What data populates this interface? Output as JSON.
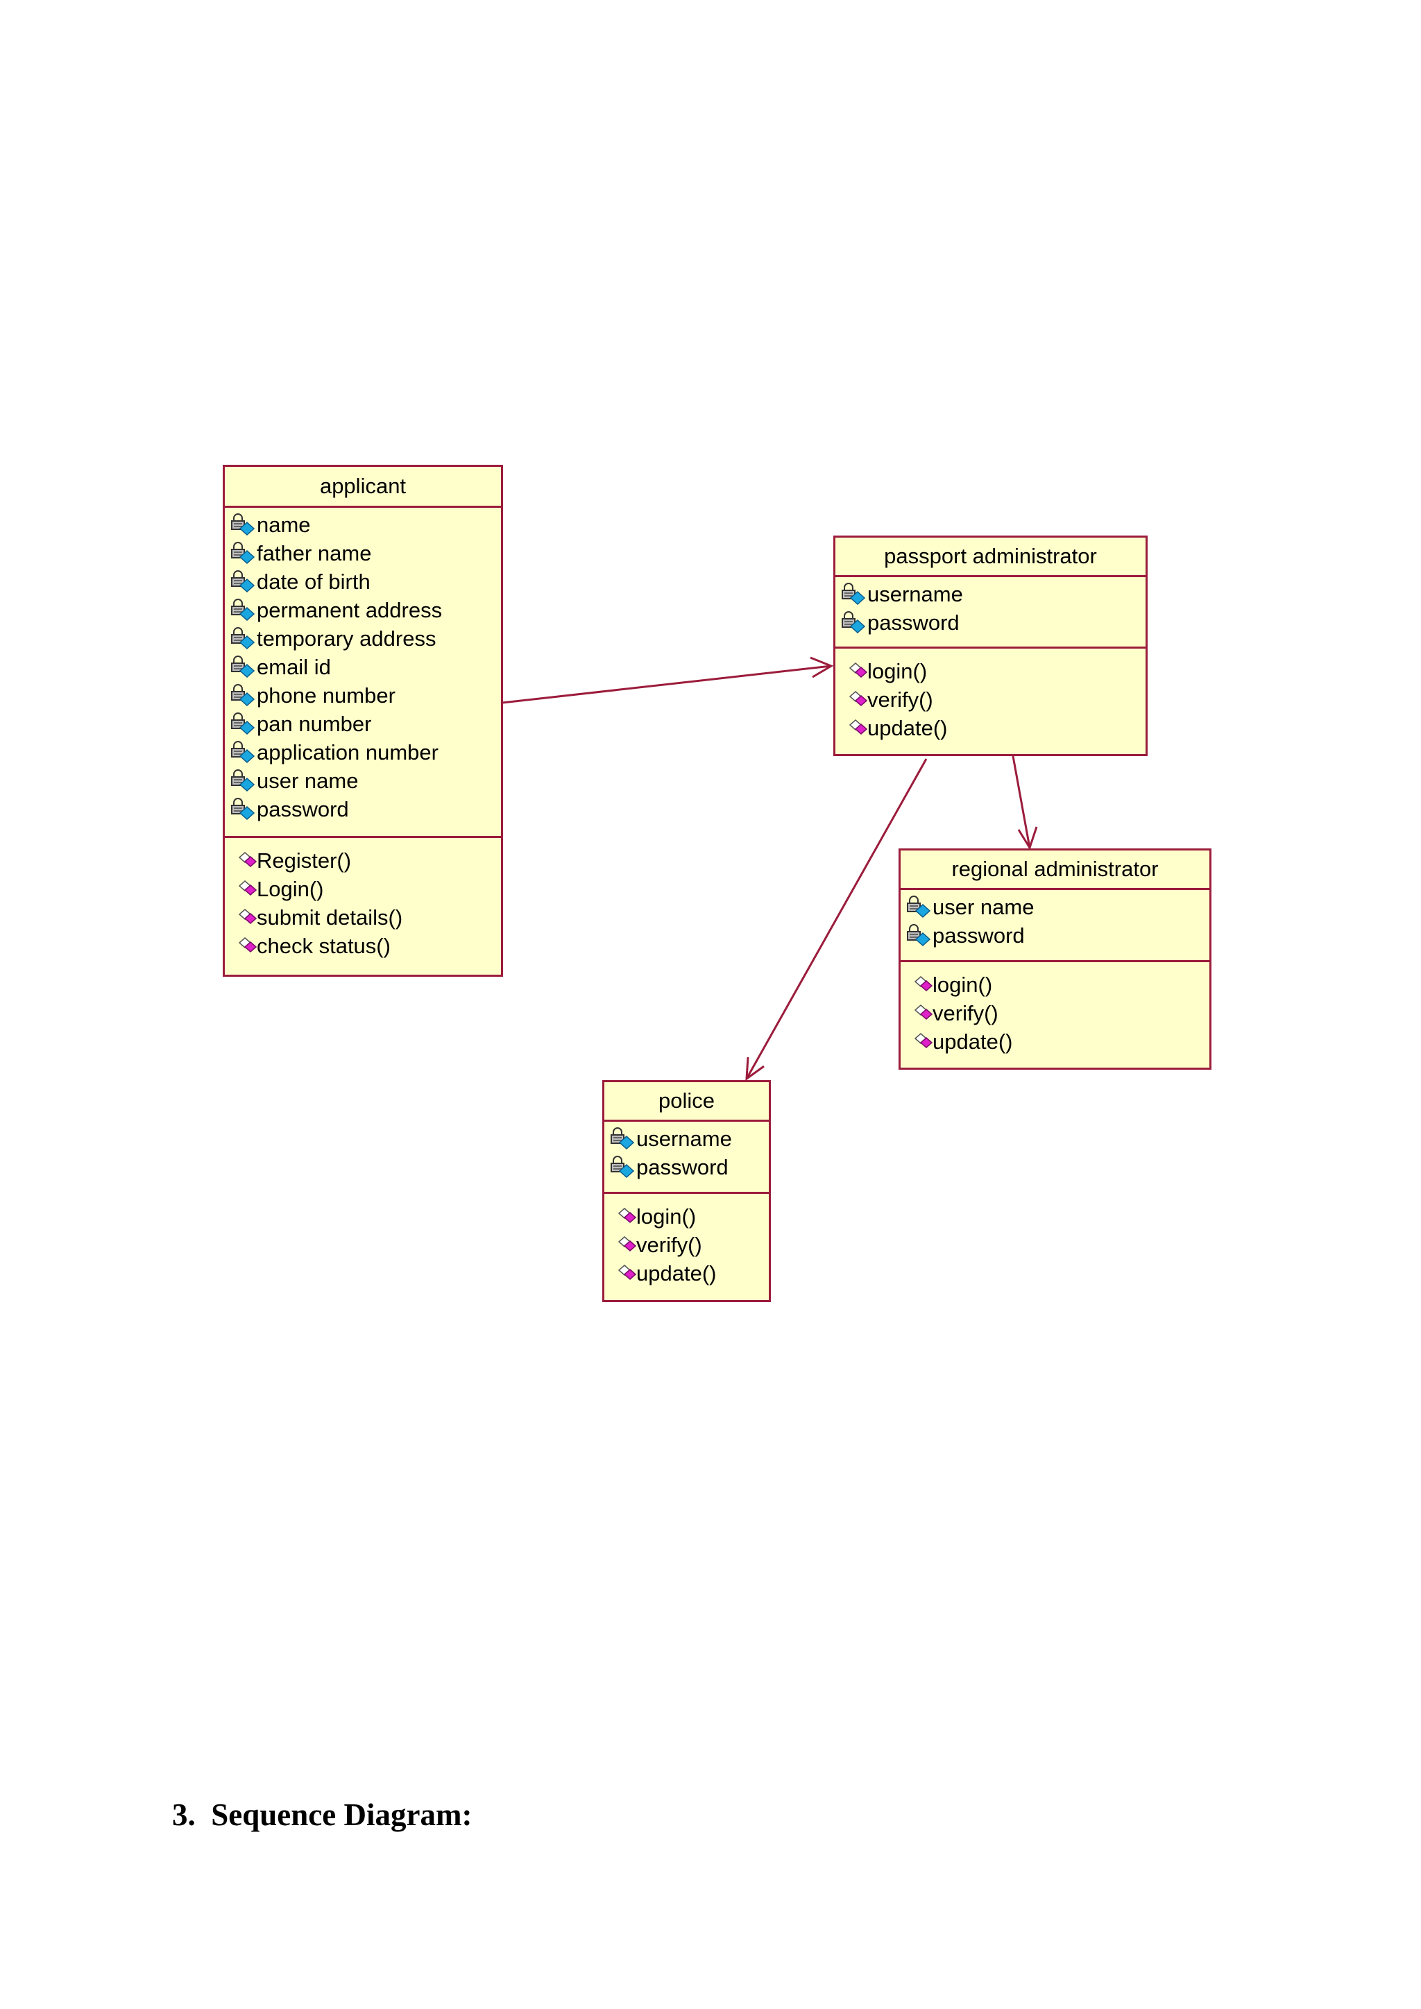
{
  "colors": {
    "class_fill": "#ffffcc",
    "class_border": "#9c1c3c",
    "association_line": "#9c1c3c",
    "attribute_icon_diamond": "#1aa7e0",
    "operation_icon_diamond": "#e020c8"
  },
  "classes": {
    "applicant": {
      "name": "applicant",
      "attributes": [
        "name",
        "father name",
        "date of birth",
        "permanent address",
        "temporary address",
        "email id",
        "phone number",
        "pan number",
        "application number",
        "user name",
        "password"
      ],
      "operations": [
        "Register()",
        "Login()",
        "submit details()",
        "check status()"
      ]
    },
    "passport_admin": {
      "name": "passport administrator",
      "attributes": [
        "username",
        "password"
      ],
      "operations": [
        "login()",
        "verify()",
        "update()"
      ]
    },
    "regional_admin": {
      "name": "regional administrator",
      "attributes": [
        "user name",
        "password"
      ],
      "operations": [
        "login()",
        "verify()",
        "update()"
      ]
    },
    "police": {
      "name": "police",
      "attributes": [
        "username",
        "password"
      ],
      "operations": [
        "login()",
        "verify()",
        "update()"
      ]
    }
  },
  "icons": {
    "attribute": "lock-diamond-attribute-icon",
    "operation": "diamond-operation-icon"
  },
  "associations": [
    {
      "from": "applicant",
      "to": "passport administrator",
      "navigable": true
    },
    {
      "from": "passport administrator",
      "to": "regional administrator",
      "navigable": true
    },
    {
      "from": "passport administrator",
      "to": "police",
      "navigable": true
    }
  ],
  "heading": {
    "number": "3.",
    "text": "Sequence Diagram:"
  }
}
